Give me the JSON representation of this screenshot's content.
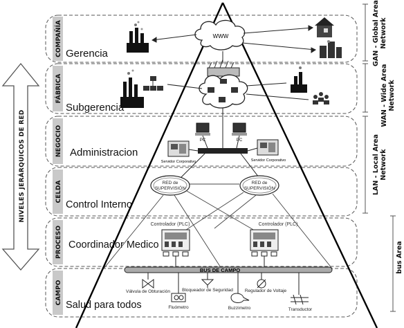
{
  "axis_label": "NIVELES JERÁRQUICOS DE RED",
  "levels": [
    {
      "tag": "COMPAÑÍA",
      "label": "Gerencia"
    },
    {
      "tag": "FÁBRICA",
      "label": "Subgerencia"
    },
    {
      "tag": "NEGOCIO",
      "label": "Administracion"
    },
    {
      "tag": "CELDA",
      "label": "Control Interno"
    },
    {
      "tag": "PROCESO",
      "label": "Coordinador  Medico"
    },
    {
      "tag": "CAMPO",
      "label": "Salud  para todos"
    }
  ],
  "networks": [
    {
      "line1": "GAN - Global Area",
      "line2": "Network"
    },
    {
      "line1": "WAN - Wide Area",
      "line2": "Network"
    },
    {
      "line1": "LAN - Local Area",
      "line2": "Network"
    },
    {
      "line1": "bus Area",
      "line2": ""
    }
  ],
  "nodes": {
    "www": "WWW",
    "pc_left": "PC",
    "pc_right": "PC",
    "server_left": "Servidor Corporativo",
    "server_right": "Servidor Corporativo",
    "supervision_left_1": "RED de",
    "supervision_left_2": "SUPERVISIÓN",
    "supervision_right_1": "RED de",
    "supervision_right_2": "SUPERVISIÓN",
    "plc_left": "Controlador (PLC)",
    "plc_right": "Controlador (PLC)",
    "bus": "BUS DE CAMPO",
    "valve": "Válvula de Obturación",
    "lock": "Bloqueador de Seguridad",
    "regulator": "Regulador de Voltaje",
    "flowmeter": "Fluómetro",
    "buzzer": "Buzzimetro",
    "transducer": "Transductor"
  }
}
